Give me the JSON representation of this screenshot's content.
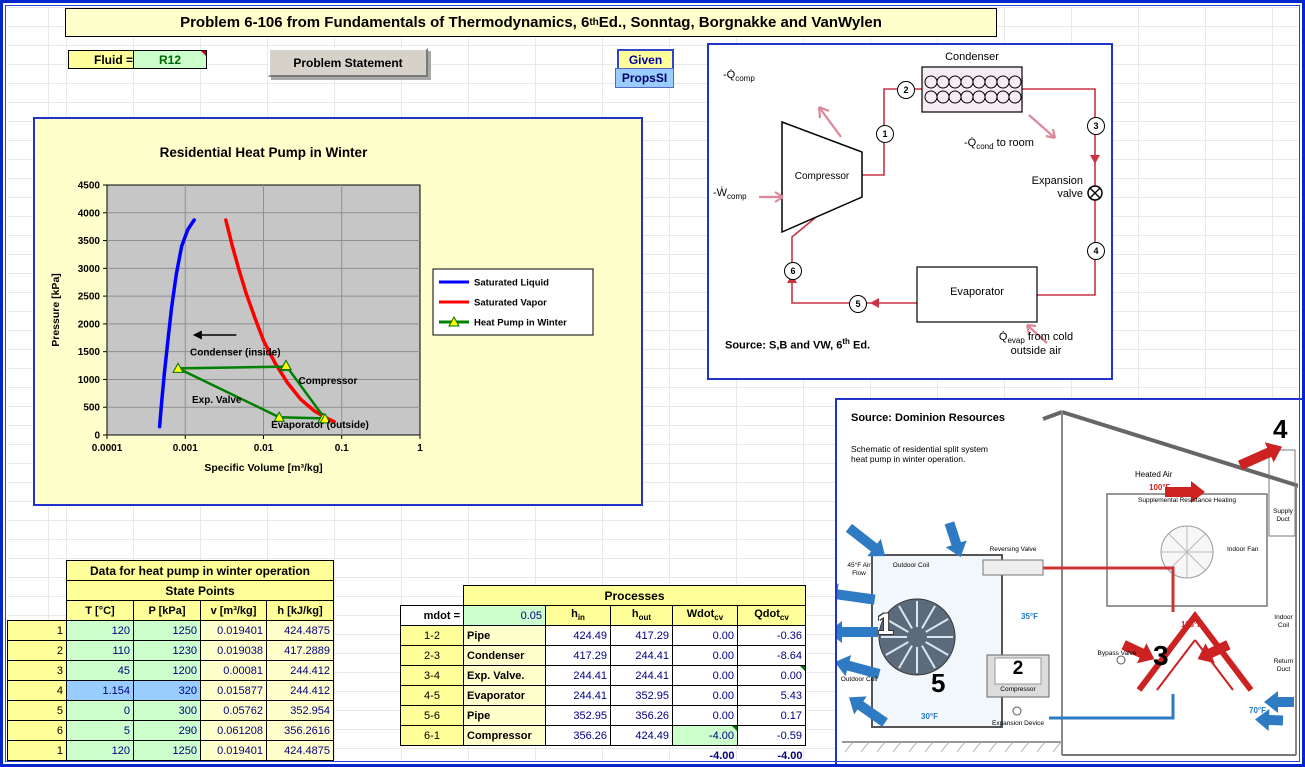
{
  "header": {
    "title_pre": "Problem 6-106 from Fundamentals of Thermodynamics, 6",
    "title_sup": "th",
    "title_post": " Ed., Sonntag, Borgnakke and VanWylen"
  },
  "controls": {
    "fluid_label": "Fluid =",
    "fluid_value": "R12",
    "problem_statement_button": "Problem Statement",
    "given_label": "Given",
    "propssi_label": "PropsSI"
  },
  "chart_data": {
    "type": "line",
    "title": "Residential Heat Pump in Winter",
    "xlabel": "Specific Volume [m³/kg]",
    "ylabel": "Pressure [kPa]",
    "x_scale": "log",
    "xlim": [
      0.0001,
      1
    ],
    "ylim": [
      0,
      4500
    ],
    "ytick_step": 500,
    "xticks": [
      0.0001,
      0.001,
      0.01,
      0.1,
      1
    ],
    "xtick_labels": [
      "0.0001",
      "0.001",
      "0.01",
      "0.1",
      "1"
    ],
    "grid": true,
    "legend_position": "right",
    "series": [
      {
        "name": "Saturated Liquid",
        "color": "#0000FF",
        "points": [
          [
            0.00047,
            150
          ],
          [
            0.0005,
            600
          ],
          [
            0.00054,
            1100
          ],
          [
            0.0006,
            1700
          ],
          [
            0.00067,
            2300
          ],
          [
            0.00077,
            2900
          ],
          [
            0.0009,
            3400
          ],
          [
            0.00108,
            3700
          ],
          [
            0.0013,
            3870
          ]
        ]
      },
      {
        "name": "Saturated Vapor",
        "color": "#FF0000",
        "points": [
          [
            0.0033,
            3870
          ],
          [
            0.004,
            3400
          ],
          [
            0.0048,
            3000
          ],
          [
            0.006,
            2550
          ],
          [
            0.0078,
            2100
          ],
          [
            0.01,
            1700
          ],
          [
            0.014,
            1300
          ],
          [
            0.02,
            950
          ],
          [
            0.03,
            640
          ],
          [
            0.045,
            430
          ],
          [
            0.065,
            300
          ],
          [
            0.08,
            240
          ]
        ]
      },
      {
        "name": "Heat Pump in Winter",
        "color": "#008000",
        "marker": "triangle",
        "points": [
          [
            0.019401,
            1250
          ],
          [
            0.019038,
            1230
          ],
          [
            0.00081,
            1200
          ],
          [
            0.015877,
            320
          ],
          [
            0.05762,
            300
          ],
          [
            0.061208,
            290
          ],
          [
            0.019401,
            1250
          ]
        ]
      }
    ],
    "annotations": [
      {
        "text": "Condenser (inside)",
        "x": 0.00115,
        "y": 1430
      },
      {
        "text": "Exp. Valve",
        "x": 0.00122,
        "y": 580
      },
      {
        "text": "Compressor",
        "x": 0.028,
        "y": 920
      },
      {
        "text": "Evaporator (outside)",
        "x": 0.0125,
        "y": 130
      }
    ],
    "arrow": {
      "x1": 0.0045,
      "x2": 0.00125,
      "y": 1800
    }
  },
  "cycle_diagram": {
    "labels": {
      "q_comp": {
        "main": "-Q̇",
        "sub": "comp",
        "rest": ""
      },
      "w_comp": {
        "main": "-Ẇ",
        "sub": "comp",
        "rest": ""
      },
      "compressor": "Compressor",
      "condenser": "Condenser",
      "q_cond": {
        "main": "-Q̇",
        "sub": "cond",
        "rest": " to room"
      },
      "expansion_line1": "Expansion",
      "expansion_line2": "valve",
      "evaporator": "Evaporator",
      "q_evap": {
        "main": "Q̇",
        "sub": "evap",
        "rest": " from cold"
      },
      "q_evap_line2": "outside air",
      "source_pre": "Source: S,B and VW, 6",
      "source_sup": "th",
      "source_post": " Ed."
    },
    "nodes": [
      "1",
      "2",
      "3",
      "4",
      "5",
      "6"
    ]
  },
  "dominion": {
    "source": "Source: Dominion Resources",
    "caption_line1": "Schematic of residential split system",
    "caption_line2": "heat pump in winter operation.",
    "labels": {
      "heated_air": "Heated Air",
      "temp_100": "100°F",
      "supp_heating": "Supplemental Resistance Heating",
      "supply_duct": "Supply Duct",
      "indoor_fan": "Indoor Fan",
      "temp_115": "115°F",
      "indoor_coil": "Indoor Coil",
      "return_duct": "Return Duct",
      "temp_70": "70°F",
      "bypass_valve": "Bypass Valve",
      "reversing_valve": "Reversing Valve",
      "temp_35": "35°F",
      "temp_45": "45°F Air Flow",
      "outdoor_coil": "Outdoor Coil",
      "outdoor_coil2": "Outdoor Coil",
      "compressor": "Compressor",
      "expansion_device": "Expansion Device",
      "temp_30": "30°F"
    },
    "numbers": [
      "1",
      "2",
      "3",
      "4",
      "5"
    ],
    "colors": {
      "blue_arrow": "#2E7BC4",
      "red_arrow": "#CC2222"
    }
  },
  "state_table": {
    "title": "Data for heat pump in winter operation",
    "subtitle": "State Points",
    "headers": [
      "T [°C]",
      "P [kPa]",
      "v [m³/kg]",
      "h [kJ/kg]"
    ],
    "rows": [
      {
        "idx": "1",
        "T": "120",
        "P": "1250",
        "v": "0.019401",
        "h": "424.4875",
        "hl": false
      },
      {
        "idx": "2",
        "T": "110",
        "P": "1230",
        "v": "0.019038",
        "h": "417.2889",
        "hl": false
      },
      {
        "idx": "3",
        "T": "45",
        "P": "1200",
        "v": "0.00081",
        "h": "244.412",
        "hl": false
      },
      {
        "idx": "4",
        "T": "1.154",
        "P": "320",
        "v": "0.015877",
        "h": "244.412",
        "hl": true
      },
      {
        "idx": "5",
        "T": "0",
        "P": "300",
        "v": "0.05762",
        "h": "352.954",
        "hl": false
      },
      {
        "idx": "6",
        "T": "5",
        "P": "290",
        "v": "0.061208",
        "h": "356.2616",
        "hl": false
      },
      {
        "idx": "1",
        "T": "120",
        "P": "1250",
        "v": "0.019401",
        "h": "424.4875",
        "hl": false
      }
    ]
  },
  "process_table": {
    "title": "Processes",
    "mdot_label": "mdot =",
    "mdot_value": "0.05",
    "headers": [
      {
        "main": "h",
        "sub": "in"
      },
      {
        "main": "h",
        "sub": "out"
      },
      {
        "main": "Wdot",
        "sub": "cv"
      },
      {
        "main": "Qdot",
        "sub": "cv"
      }
    ],
    "rows": [
      {
        "id": "1-2",
        "name": "Pipe",
        "hin": "424.49",
        "hout": "417.29",
        "w": "0.00",
        "q": "-0.36"
      },
      {
        "id": "2-3",
        "name": "Condenser",
        "hin": "417.29",
        "hout": "244.41",
        "w": "0.00",
        "q": "-8.64"
      },
      {
        "id": "3-4",
        "name": "Exp. Valve.",
        "hin": "244.41",
        "hout": "244.41",
        "w": "0.00",
        "q": "0.00",
        "q_marker": true
      },
      {
        "id": "4-5",
        "name": "Evaporator",
        "hin": "244.41",
        "hout": "352.95",
        "w": "0.00",
        "q": "5.43"
      },
      {
        "id": "5-6",
        "name": "Pipe",
        "hin": "352.95",
        "hout": "356.26",
        "w": "0.00",
        "q": "0.17"
      },
      {
        "id": "6-1",
        "name": "Compressor",
        "hin": "356.26",
        "hout": "424.49",
        "w": "-4.00",
        "q": "-0.59",
        "w_green": true,
        "w_marker": true
      }
    ],
    "totals": {
      "w": "-4.00",
      "q": "-4.00"
    }
  }
}
